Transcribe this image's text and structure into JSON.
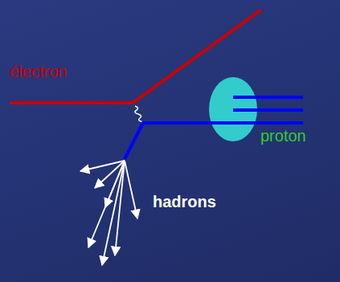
{
  "diagram": {
    "labels": [
      "électron",
      "proton",
      "hadrons"
    ]
  }
}
